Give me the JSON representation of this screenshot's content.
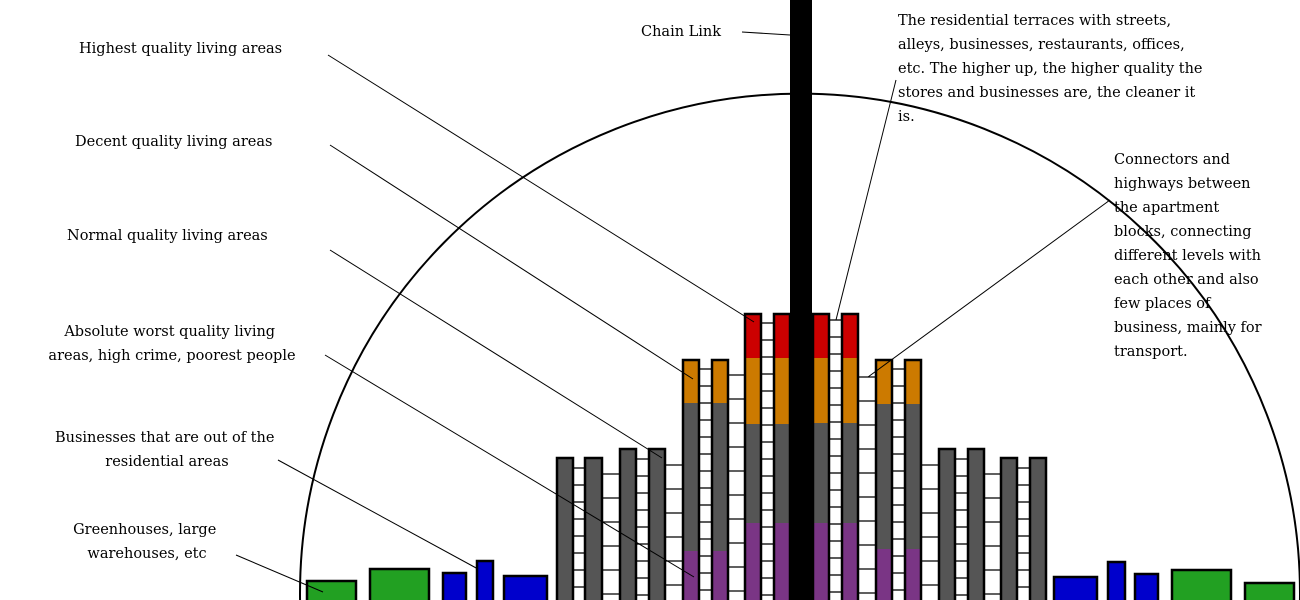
{
  "labels": {
    "chain_link": "Chain Link",
    "highest": "Highest quality living areas",
    "decent": "Decent quality living areas",
    "normal": "Normal quality living areas",
    "worst": [
      "Absolute worst quality living",
      "areas, high crime, poorest people"
    ],
    "businesses": [
      "Businesses that are out of the",
      "residential areas"
    ],
    "greenhouses": [
      "Greenhouses, large",
      "warehouses, etc"
    ],
    "terraces": [
      "The residential terraces with streets,",
      "alleys, businesses, restaurants, offices,",
      "etc. The higher up, the higher quality the",
      "stores and businesses are, the cleaner it",
      "is."
    ],
    "connectors": [
      "Connectors and",
      "highways between",
      "the apartment",
      "blocks, connecting",
      "different levels with",
      "each other and also",
      "few places of",
      "business, mainly for",
      "transport."
    ]
  },
  "colors": {
    "highest": "#cc0000",
    "decent": "#cc7a00",
    "normal": "#555555",
    "worst": "#7a3585",
    "greenhouse": "#22a022",
    "business": "#0000cc",
    "chain": "#000000"
  }
}
